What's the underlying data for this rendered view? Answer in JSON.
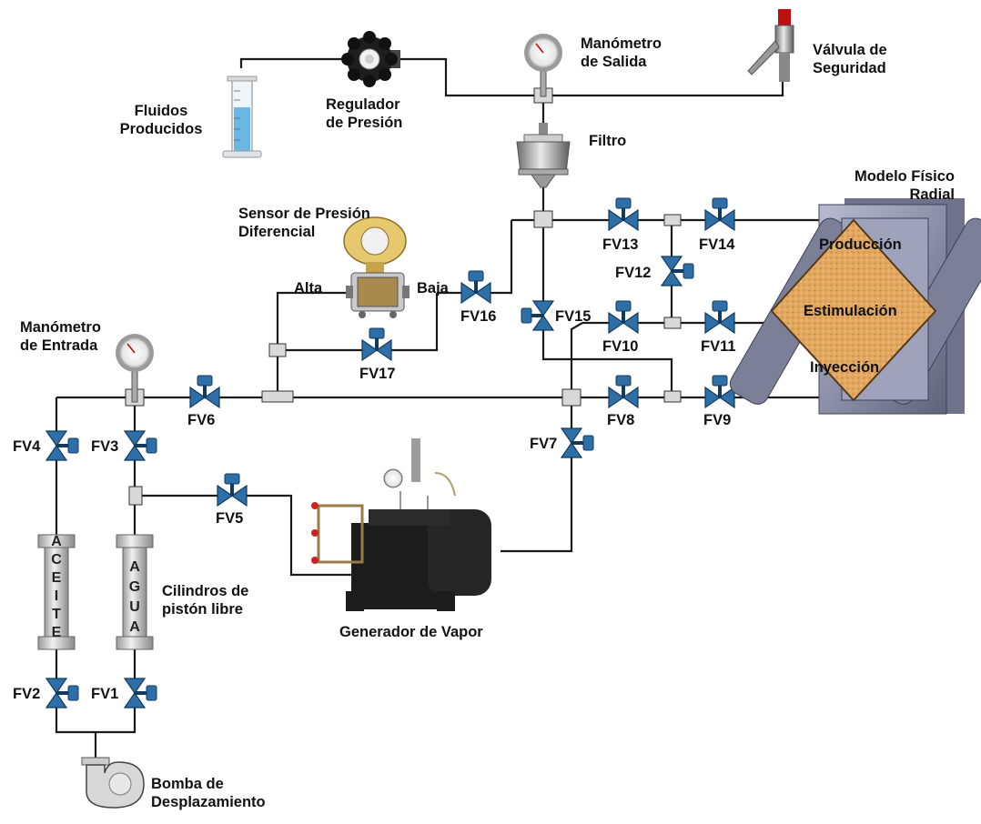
{
  "labels": {
    "manometro_salida": [
      "Manómetro",
      "de Salida"
    ],
    "valvula_seguridad": [
      "Válvula de",
      "Seguridad"
    ],
    "fluidos_producidos": [
      "Fluidos",
      "Producidos"
    ],
    "regulador_presion": [
      "Regulador",
      "de Presión"
    ],
    "filtro": "Filtro",
    "modelo_fisico": [
      "Modelo Físico",
      "Radial"
    ],
    "sensor_presion": [
      "Sensor  de  Presión",
      "Diferencial"
    ],
    "alta": "Alta",
    "baja": "Baja",
    "manometro_entrada": [
      "Manómetro",
      "de Entrada"
    ],
    "cilindros": [
      "Cilindros de",
      "pistón libre"
    ],
    "generador_vapor": "Generador de Vapor",
    "bomba": [
      "Bomba de",
      "Desplazamiento"
    ],
    "produccion": "Producción",
    "estimulacion": "Estimulación",
    "inyeccion": "Inyección"
  },
  "valves": {
    "fv1": "FV1",
    "fv2": "FV2",
    "fv3": "FV3",
    "fv4": "FV4",
    "fv5": "FV5",
    "fv6": "FV6",
    "fv7": "FV7",
    "fv8": "FV8",
    "fv9": "FV9",
    "fv10": "FV10",
    "fv11": "FV11",
    "fv12": "FV12",
    "fv13": "FV13",
    "fv14": "FV14",
    "fv15": "FV15",
    "fv16": "FV16",
    "fv17": "FV17"
  },
  "cylinders": {
    "aceite": [
      "A",
      "C",
      "E",
      "I",
      "T",
      "E"
    ],
    "agua": [
      "A",
      "G",
      "U",
      "A"
    ]
  },
  "colors": {
    "valve": "#2f6fa8",
    "pipe": "#1a1a1a",
    "core": "#e2a860",
    "vessel": "#8c90a8"
  }
}
